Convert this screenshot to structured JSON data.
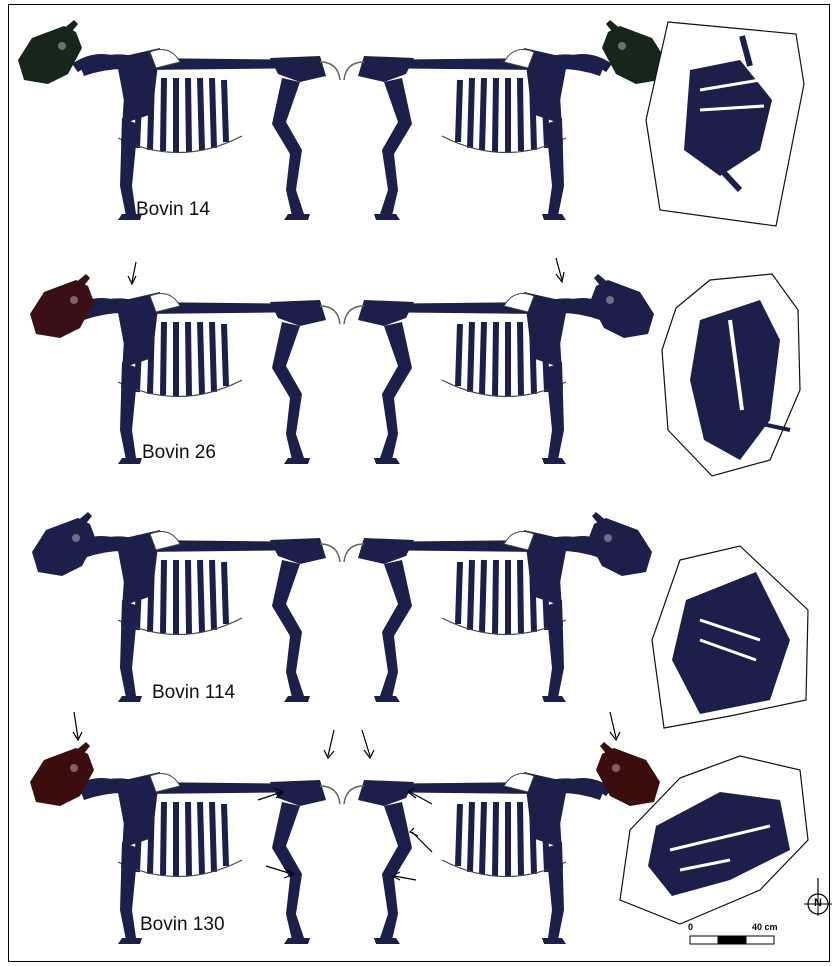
{
  "figure": {
    "rows": [
      {
        "label": "Bovin 14"
      },
      {
        "label": "Bovin 26"
      },
      {
        "label": "Bovin 114"
      },
      {
        "label": "Bovin 130"
      }
    ],
    "colors": {
      "bone_navy": "#1c1f4a",
      "skull_row1": "#17261b",
      "skull_row2": "#3a0f16",
      "skull_row3": "#1c1f4a",
      "skull_row4": "#3b0d0d",
      "outline": "#222222",
      "background": "#ffffff"
    },
    "scale_bar": {
      "start": "0",
      "end": "40 cm"
    },
    "north_arrow": {
      "letter": "N",
      "icon": "north-arrow-icon"
    }
  }
}
